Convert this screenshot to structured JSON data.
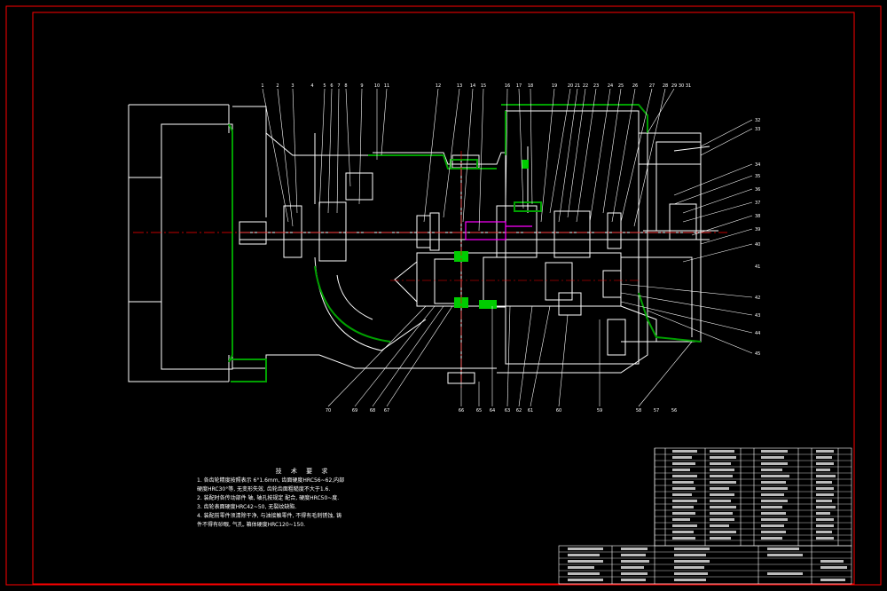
{
  "drawing": {
    "colors": {
      "background": "#000000",
      "border": "#ff0000",
      "outline": "#ffffff",
      "section": "#00a000",
      "leader": "#ffffff",
      "centerline": "#ff0000",
      "highlight": "#ff00ff"
    },
    "callouts_top": [
      "1",
      "2",
      "3",
      "4",
      "5",
      "6",
      "7",
      "8",
      "9",
      "10",
      "11",
      "12",
      "13",
      "14",
      "15",
      "16",
      "17",
      "18",
      "19",
      "20",
      "21",
      "22",
      "23",
      "24",
      "25",
      "26",
      "27",
      "28",
      "29",
      "30",
      "31"
    ],
    "callouts_right": [
      "32",
      "33",
      "34",
      "35",
      "36",
      "37",
      "38",
      "39",
      "40",
      "41",
      "42",
      "43",
      "44",
      "45"
    ],
    "callouts_bottom": [
      "70",
      "69",
      "68",
      "67",
      "66",
      "65",
      "64",
      "63",
      "62",
      "61",
      "60",
      "59",
      "58",
      "57",
      "56"
    ],
    "tech_notes": {
      "title": "技 术 要 求",
      "lines": [
        "1. 各齿轮精度按照表示 6°1.6mm, 齿面硬度HRC56~62,内部",
        "   硬度HRC30°等, 无变形失效, 齿轮齿面粗糙度不大于1.6.",
        "2. 装配时各传动部件 轴, 轴孔按规定 配合, 硬度HRC50~度.",
        "3. 齿轮表面硬度HRC42~50, 无裂纹缺陷.",
        "4. 装配前零件须清除干净, 与油接触零件, 不得有毛刺锈蚀, 铸",
        "   件不得有砂眼, 气孔, 箱体硬度HRC120~150."
      ]
    }
  }
}
